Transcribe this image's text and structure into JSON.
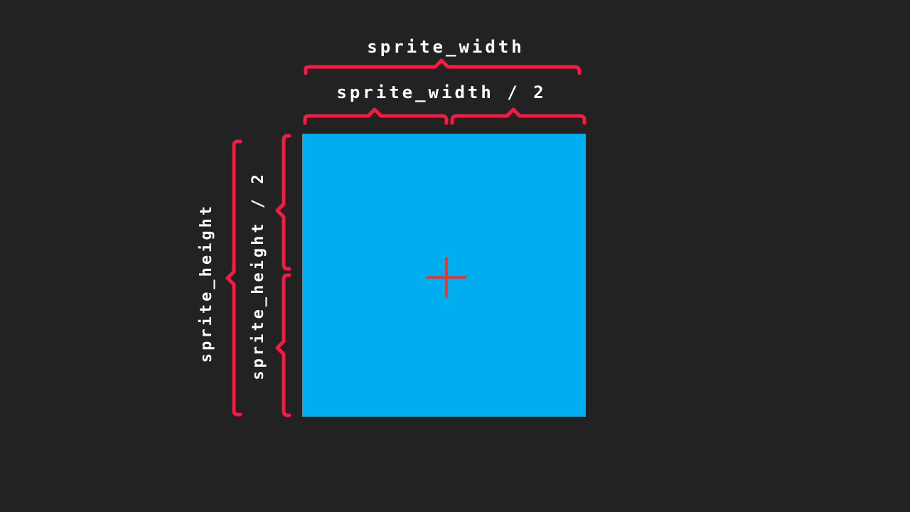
{
  "labels": {
    "sprite_width": "sprite_width",
    "sprite_width_half": "sprite_width / 2",
    "sprite_height": "sprite_height",
    "sprite_height_half": "sprite_height / 2"
  },
  "colors": {
    "background": "#222222",
    "sprite_fill": "#00aeef",
    "brace": "#ff1744",
    "crosshair": "#e53935",
    "text": "#ffffff"
  }
}
